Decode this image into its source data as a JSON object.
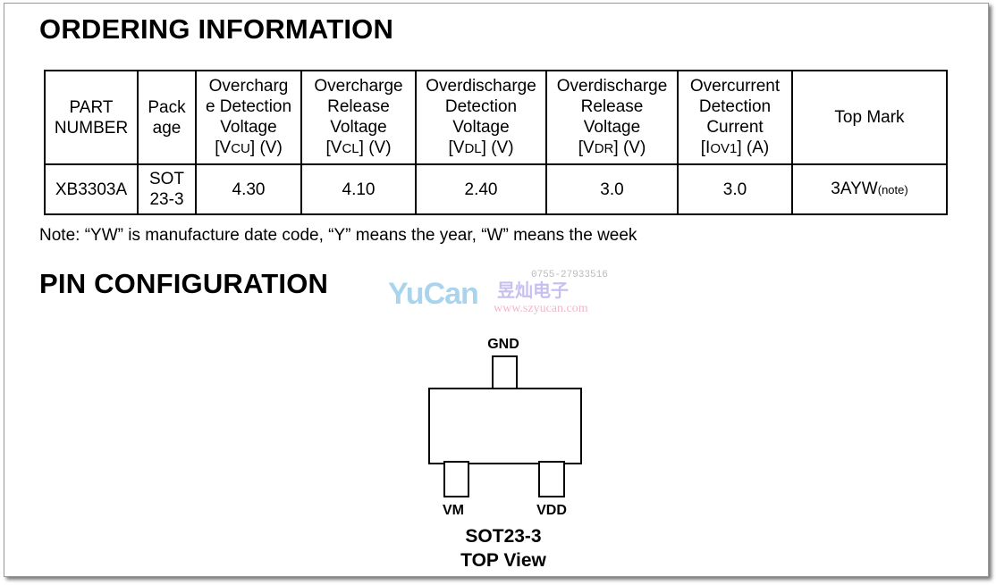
{
  "ordering": {
    "title": "ORDERING INFORMATION",
    "headers": [
      {
        "lines": [
          "PART",
          "NUMBER"
        ]
      },
      {
        "lines": [
          "Pack",
          "age"
        ]
      },
      {
        "lines": [
          "Overcharg",
          "e Detection",
          "Voltage"
        ],
        "sym": "VCU",
        "unit": "(V)"
      },
      {
        "lines": [
          "Overcharge",
          "Release",
          "Voltage"
        ],
        "sym": "VCL",
        "unit": "(V)"
      },
      {
        "lines": [
          "Overdischarge",
          "Detection",
          "Voltage"
        ],
        "sym": "VDL",
        "unit": "(V)"
      },
      {
        "lines": [
          "Overdischarge",
          "Release",
          "Voltage"
        ],
        "sym": "VDR",
        "unit": "(V)"
      },
      {
        "lines": [
          "Overcurrent",
          "Detection",
          "Current"
        ],
        "sym": "IOV1",
        "unit": "(A)"
      },
      {
        "lines": [
          "Top Mark"
        ]
      }
    ],
    "row": {
      "part": "XB3303A",
      "package": [
        "SOT",
        "23-3"
      ],
      "vcu": "4.30",
      "vcl": "4.10",
      "vdl": "2.40",
      "vdr": "3.0",
      "iov1": "3.0",
      "mark": "3AYW",
      "mark_note": "(note)"
    },
    "note": "Note: “YW” is manufacture date code, “Y” means the year, “W” means the week"
  },
  "pin": {
    "title": "PIN CONFIGURATION",
    "gnd": "GND",
    "vm": "VM",
    "vdd": "VDD",
    "package": "SOT23-3",
    "view": "TOP View"
  },
  "watermark": {
    "brand": "YuCan",
    "cn": "昱灿电子",
    "phone": "0755-27933516",
    "site": "www.szyucan.com"
  }
}
